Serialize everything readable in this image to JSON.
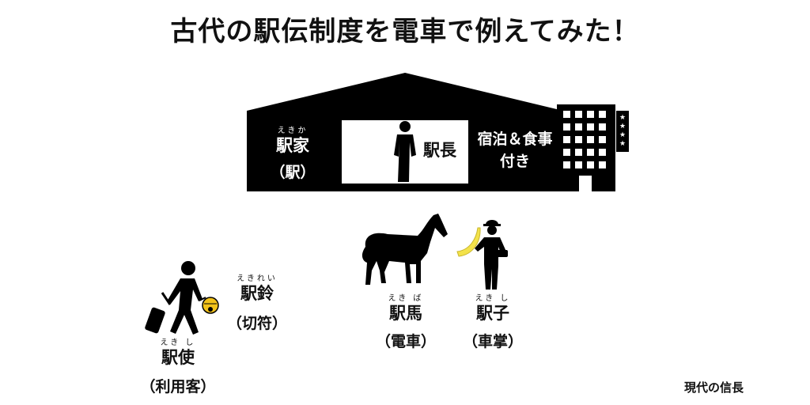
{
  "title": "古代の駅伝制度を電車で例えてみた！",
  "station_house": {
    "ruby": "えきか",
    "name": "駅家",
    "paren": "（駅）"
  },
  "station_master": {
    "name": "駅長"
  },
  "lodging": {
    "line1": "宿泊＆食事",
    "line2": "付き"
  },
  "bell": {
    "ruby": "えきれい",
    "name": "駅鈴",
    "paren": "（切符）"
  },
  "messenger": {
    "ruby": "えき し",
    "name": "駅使",
    "paren": "（利用客）"
  },
  "horse": {
    "ruby": "えき ば",
    "name": "駅馬",
    "paren": "（電車）"
  },
  "groom": {
    "ruby": "えき し",
    "name": "駅子",
    "paren": "（車掌）"
  },
  "credit": "現代の信長",
  "colors": {
    "ink": "#000000",
    "paper": "#ffffff",
    "bell": "#f2c21a",
    "banana": "#f3e24a"
  }
}
